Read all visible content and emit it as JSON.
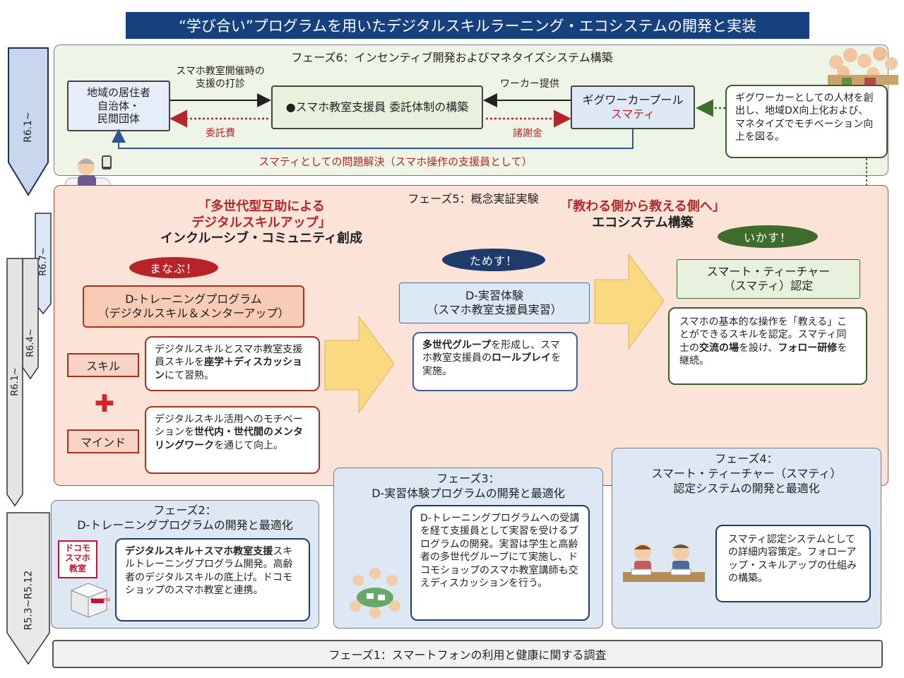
{
  "title": "“学び合い”プログラムを用いたデジタルスキルラーニング・エコシステムの開発と実装",
  "timeline": {
    "r61_top": "R6.1~",
    "r67": "R6.7~",
    "r64": "R6.4~",
    "r61_mid": "R6.1~",
    "r53": "R5.3~R5.12"
  },
  "phase6": {
    "header": "フェーズ6：インセンティブ開発およびマネタイズシステム構築",
    "residents": [
      "地域の居住者",
      "自治体・",
      "民間団体"
    ],
    "top_left_label": [
      "スマホ教室開催時の",
      "支援の打診"
    ],
    "fee_label": "委託費",
    "center_box": "●スマホ教室支援員 委託体制の構築",
    "worker_label": "ワーカー提供",
    "thanks_label": "諸謝金",
    "gig_line1": "ギグワーカープール",
    "gig_line2": "スマティ",
    "right_note": "ギグワーカーとしての人材を創出し、地域DX向上化および、マネタイズでモチベーション向上を図る。",
    "bottom_label": "スマティとしての問題解決（スマホ操作の支援員として）"
  },
  "phase5": {
    "header": "フェーズ5：概念実証実験",
    "left_heading": [
      "「多世代型互助による",
      "デジタルスキルアップ」",
      "インクルーシブ・コミュニティ創成"
    ],
    "right_heading": [
      "「教わる側から教える側へ」",
      "エコシステム構築"
    ],
    "manabu": "まなぶ！",
    "tamesu": "ためす！",
    "ikasu": "いかす！",
    "dtraining": [
      "D-トレーニングプログラム",
      "（デジタルスキル＆メンターアップ）"
    ],
    "skill_tag": "スキル",
    "mind_tag": "マインド",
    "plus": "✚",
    "skill_note_1": "デジタルスキルとスマホ教室支援員スキルを",
    "skill_note_bold": "座学＋ディスカッション",
    "skill_note_2": "にて習熟。",
    "mind_note_1": "デジタルスキル活用へのモチベーションを",
    "mind_note_bold": "世代内・世代間のメンタリングワーク",
    "mind_note_2": "を通じて向上。",
    "djisshu": [
      "D-実習体験",
      "（スマホ教室支援員実習）"
    ],
    "practice_note_1": "多世代グループ",
    "practice_note_2": "を形成し、スマホ教室支援員の",
    "practice_note_bold": "ロールプレイ",
    "practice_note_3": "を実施。",
    "smartie_box": [
      "スマート・ティーチャー",
      "（スマティ）認定"
    ],
    "smartie_note_1": "スマホの基本的な操作を「教える」ことができるスキルを認定。スマティ同士の",
    "smartie_note_bold1": "交流の場",
    "smartie_note_2": "を設け、",
    "smartie_note_bold2": "フォロー研修",
    "smartie_note_3": "を継続。"
  },
  "phase2": {
    "header": [
      "フェーズ2：",
      "D-トレーニングプログラムの開発と最適化"
    ],
    "logo_text": [
      "ドコモ",
      "スマホ",
      "教室"
    ],
    "note": "デジタルスキル＋スマホ教室支援スキルトレーニングプログラム開発。高齢者のデジタルスキルの底上げ。ドコモショップのスマホ教室と連携。",
    "note_bold": "デジタルスキル＋スマホ教室支援",
    "note_rest": "スキルトレーニングプログラム開発。高齢者のデジタルスキルの底上げ。ドコモショップのスマホ教室と連携。",
    "shop_label": "docomo"
  },
  "phase3": {
    "header": [
      "フェーズ3：",
      "D-実習体験プログラムの開発と最適化"
    ],
    "note": "D-トレーニングプログラムへの受講を経て支援員として実習を受けるプログラムの開発。実習は学生と高齢者の多世代グループにて実施し、ドコモショップのスマホ教室講師も交えディスカッションを行う。"
  },
  "phase4": {
    "header": [
      "フェーズ4：",
      "スマート・ティーチャー（スマティ）",
      "認定システムの開発と最適化"
    ],
    "note": "スマティ認定システムとしての詳細内容策定。フォローアップ・スキルアップの仕組みの構築。"
  },
  "phase1": {
    "label": "フェーズ1：スマートフォンの利用と健康に関する調査"
  },
  "colors": {
    "title_bg": "#17407f",
    "phase6_bg": "#eef4e6",
    "phase5_bg": "#fbe3d8",
    "phase_blue_bg": "#dde8f4",
    "manabu_pill": "#b8232a",
    "tamesu_pill": "#1f3b6b",
    "ikasu_pill": "#3f6b2c",
    "arrow_fill": "#fbd982",
    "accent_red": "#b3262b"
  }
}
